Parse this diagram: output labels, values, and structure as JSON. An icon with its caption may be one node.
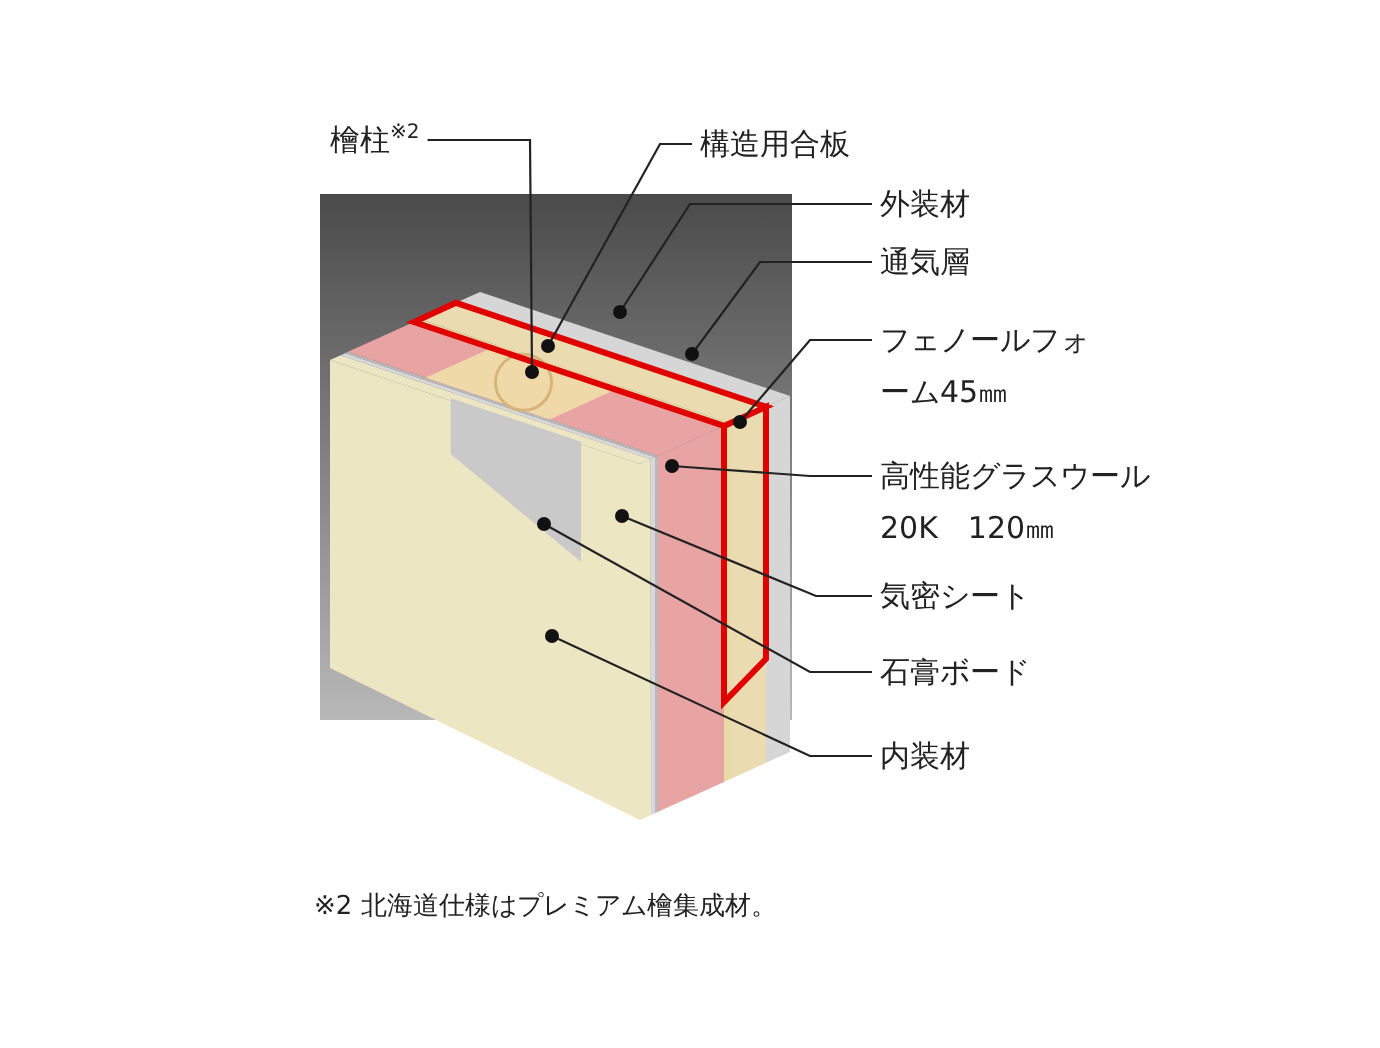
{
  "diagram": {
    "caption": "※2 北海道仕様はプレミアム檜集成材。",
    "nodes": [
      {
        "text": [
          "檜柱$^{※2}$"
        ]
      },
      {
        "text": [
          "構造用合板"
        ]
      },
      {
        "text": [
          "外装材"
        ]
      },
      {
        "text": [
          "通気層"
        ]
      },
      {
        "text": [
          "フェノールフォーム45㎜"
        ]
      },
      {
        "text": [
          "高性能グラスウール20K　120㎜"
        ]
      },
      {
        "text": [
          "気密シート"
        ]
      },
      {
        "text": [
          "石膏ボード"
        ]
      },
      {
        "text": [
          "内装材"
        ]
      }
    ],
    "edges": [
      {
        "from": 0,
        "to": null,
        "arrow": "other"
      },
      {
        "from": 1,
        "to": null,
        "arrow": "other"
      },
      {
        "from": 2,
        "to": null,
        "arrow": "other"
      },
      {
        "from": 3,
        "to": null,
        "arrow": "other"
      },
      {
        "from": 4,
        "to": null,
        "arrow": "other"
      },
      {
        "from": 5,
        "to": null,
        "arrow": "other"
      },
      {
        "from": 6,
        "to": null,
        "arrow": "other"
      },
      {
        "from": 7,
        "to": null,
        "arrow": "other"
      },
      {
        "from": 8,
        "to": null,
        "arrow": "other"
      }
    ]
  }
}
